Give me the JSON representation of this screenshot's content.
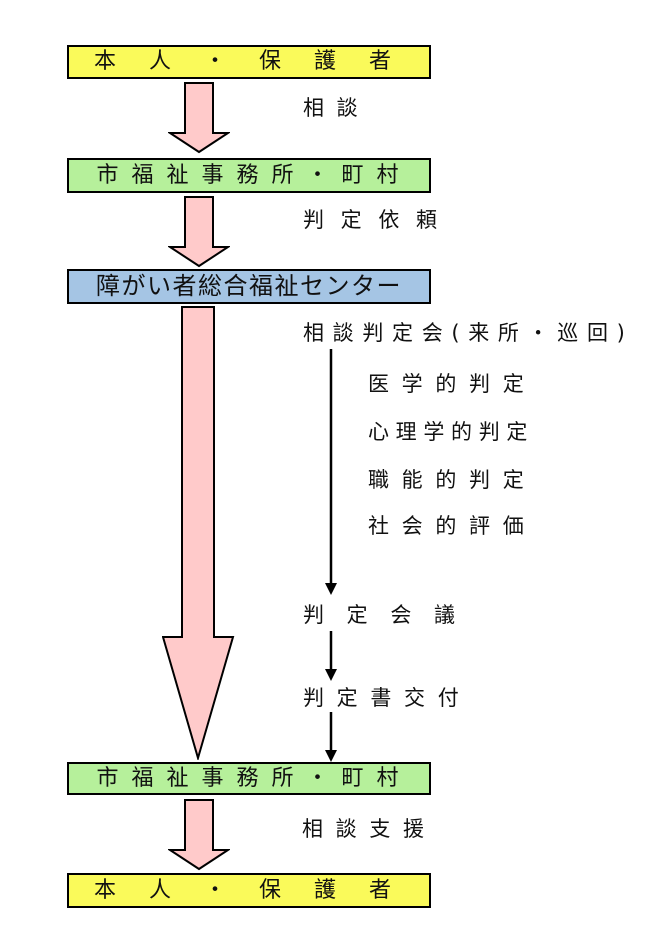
{
  "colors": {
    "box_yellow": "#fafa5a",
    "box_green": "#b6f09b",
    "box_blue": "#a5c5e4",
    "arrow_pink_fill": "#ffcaca",
    "arrow_outline": "#000000",
    "thin_arrow": "#000000"
  },
  "flow": {
    "box_person_top": "本 人 ・ 保 護 者",
    "arrow_consult_label": "相 談",
    "box_office_top": "市 福 祉 事 務 所 ・ 町 村",
    "arrow_request_label": "判 定 依 頼",
    "box_center": "障がい者総合福祉センター",
    "assessment_header": "相 談 判 定 会 ( 来 所 ・ 巡 回 )",
    "assessment_items": [
      "医 学 的 判 定",
      "心 理 学 的 判 定",
      "職 能 的 判 定",
      "社 会 的 評 価"
    ],
    "step_meeting": "判 定 会 議",
    "step_issue": "判 定 書 交 付",
    "box_office_bottom": "市 福 祉 事 務 所 ・ 町 村",
    "arrow_support_label": "相 談 支 援",
    "box_person_bottom": "本 人 ・ 保 護 者"
  }
}
